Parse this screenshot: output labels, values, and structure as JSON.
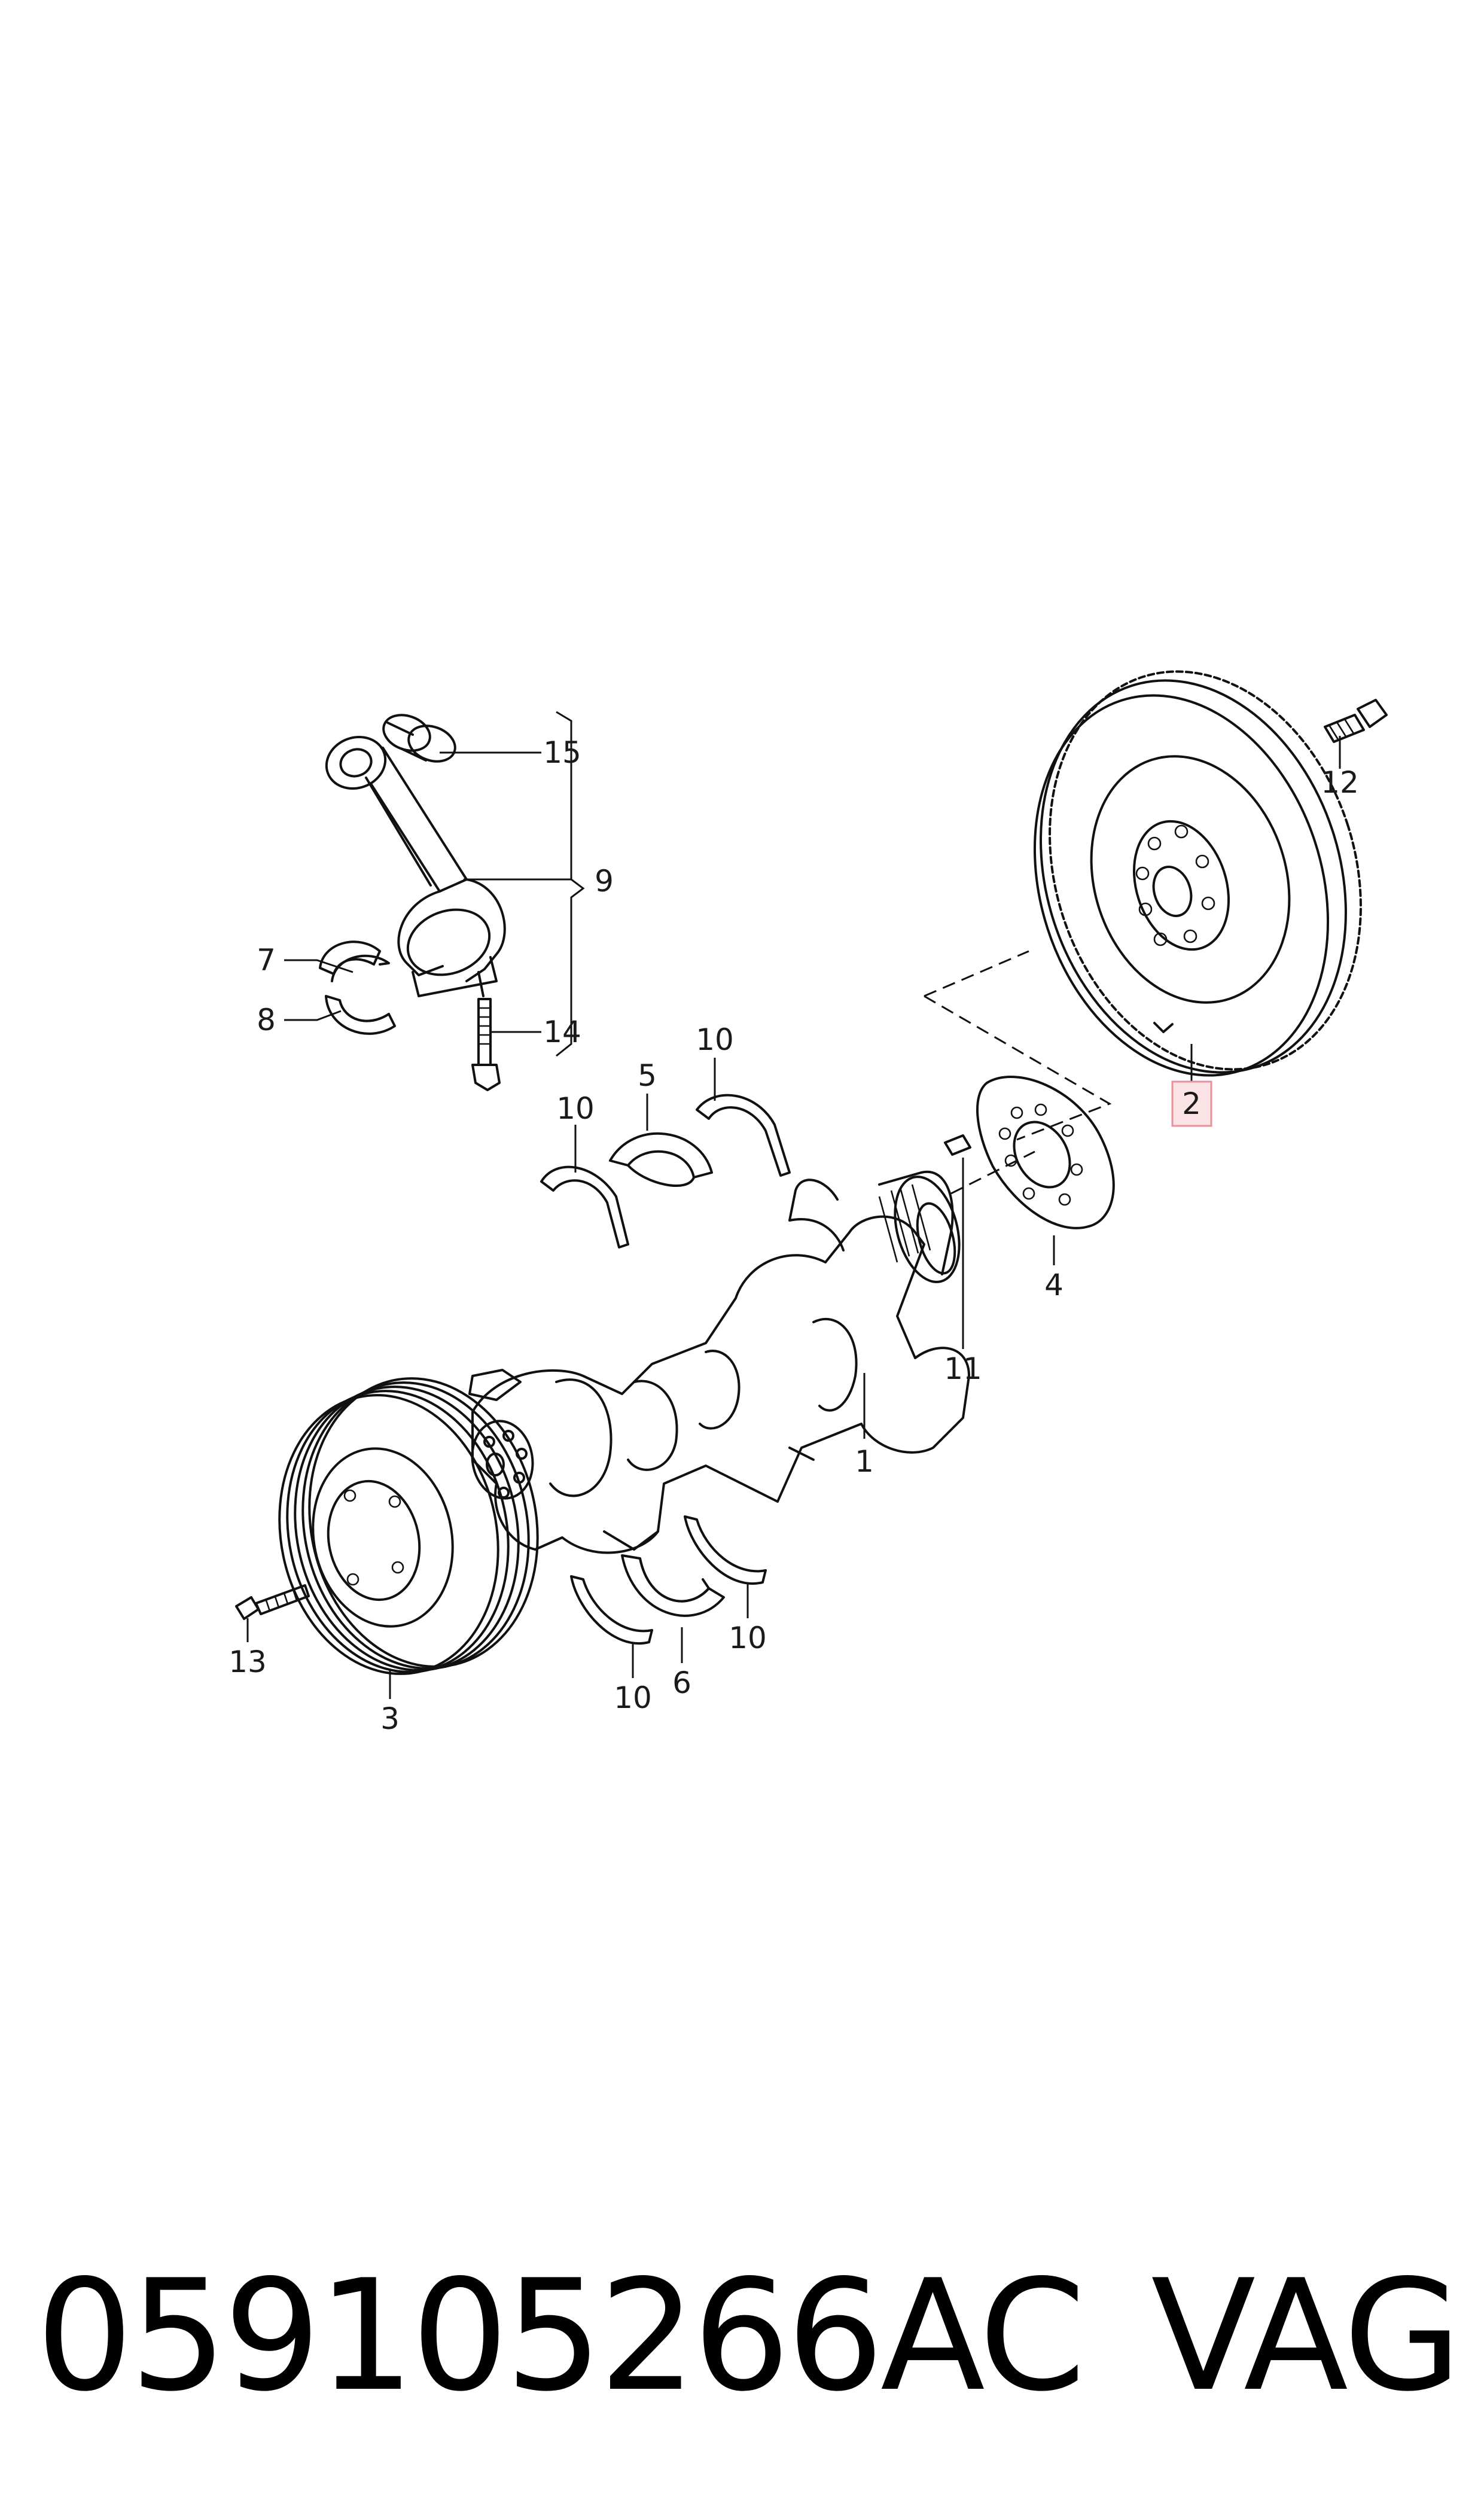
{
  "callouts": {
    "c1": "1",
    "c2": "2",
    "c3": "3",
    "c4": "4",
    "c5": "5",
    "c6": "6",
    "c7": "7",
    "c8": "8",
    "c9": "9",
    "c10a": "10",
    "c10b": "10",
    "c10c": "10",
    "c10d": "10",
    "c11": "11",
    "c12": "12",
    "c13": "13",
    "c14": "14",
    "c15": "15"
  },
  "highlighted_callout": "2",
  "highlight_color": "#e8919b",
  "footer": {
    "part_number": "059105266AC",
    "brand": "VAG"
  }
}
